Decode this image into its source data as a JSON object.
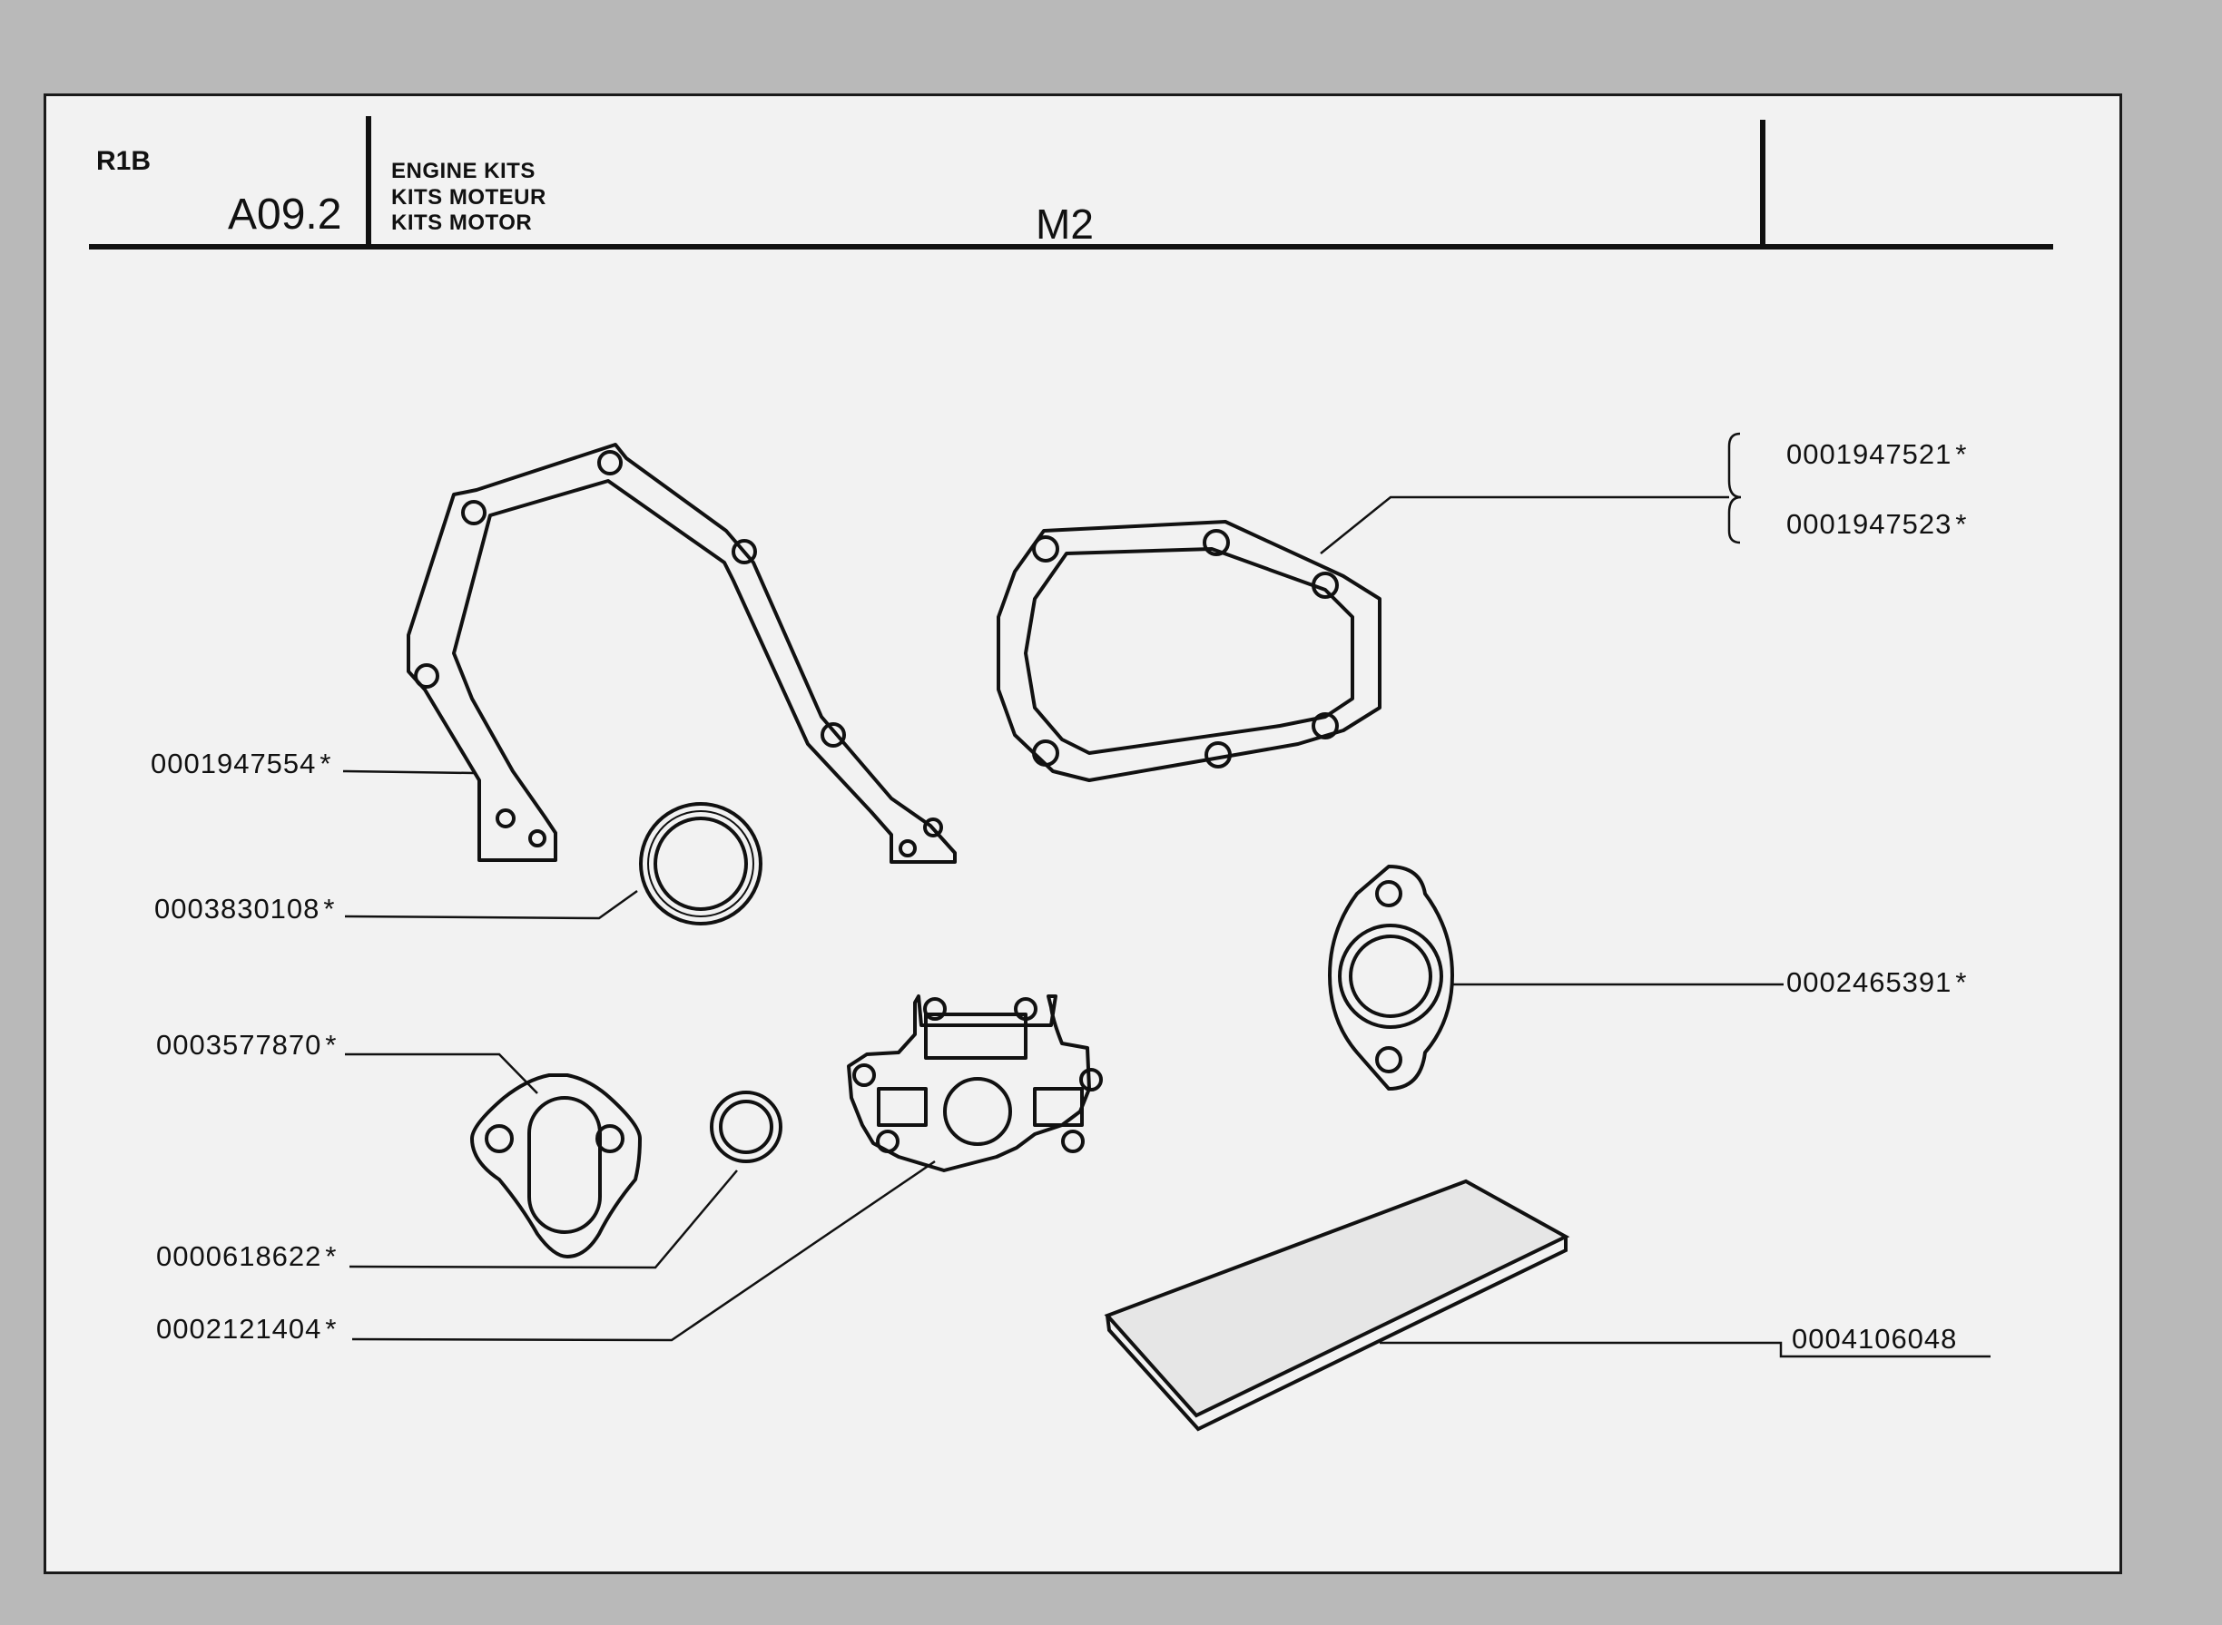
{
  "header": {
    "model": "R1B",
    "section": "A09.2",
    "kit_titles": [
      "ENGINE KITS",
      "KITS MOTEUR",
      "KITS MOTOR"
    ],
    "group": "M2"
  },
  "callouts": [
    {
      "ref": "0001947521",
      "mark": "*"
    },
    {
      "ref": "0001947523",
      "mark": "*"
    },
    {
      "ref": "0001947554",
      "mark": "*"
    },
    {
      "ref": "0003830108",
      "mark": "*"
    },
    {
      "ref": "0002465391",
      "mark": "*"
    },
    {
      "ref": "0003577870",
      "mark": "*"
    },
    {
      "ref": "0000618622",
      "mark": "*"
    },
    {
      "ref": "0002121404",
      "mark": "*"
    },
    {
      "ref": "0004106048",
      "mark": ""
    }
  ]
}
